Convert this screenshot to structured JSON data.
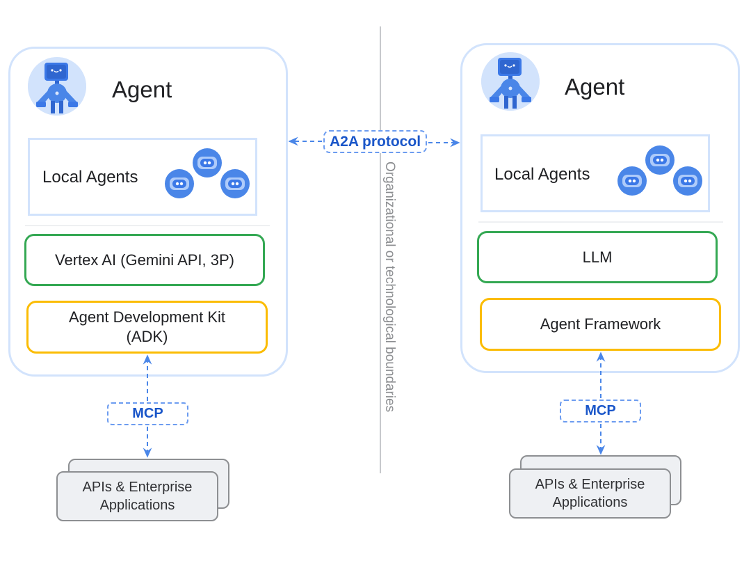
{
  "diagram": {
    "boundary_label": "Organizational or technological boundaries",
    "a2a_label": "A2A protocol",
    "colors": {
      "container_border": "#d2e3fc",
      "model_border": "#34a853",
      "framework_border": "#fbbc04",
      "protocol_blue": "#1a56c9",
      "arrow_blue": "#4a86e8",
      "api_fill": "#eef0f3"
    },
    "left_agent": {
      "title": "Agent",
      "avatar_icon": "robot-avatar-icon",
      "local_agents_label": "Local Agents",
      "local_agents_icon": "robot-heads-icon",
      "model_label": "Vertex AI (Gemini API, 3P)",
      "framework_label_line1": "Agent Development Kit",
      "framework_label_line2": "(ADK)",
      "mcp_label": "MCP",
      "apis_line1": "APIs & Enterprise",
      "apis_line2": "Applications"
    },
    "right_agent": {
      "title": "Agent",
      "avatar_icon": "robot-avatar-icon",
      "local_agents_label": "Local Agents",
      "local_agents_icon": "robot-heads-icon",
      "model_label": "LLM",
      "framework_label": "Agent Framework",
      "mcp_label": "MCP",
      "apis_line1": "APIs & Enterprise",
      "apis_line2": "Applications"
    }
  }
}
